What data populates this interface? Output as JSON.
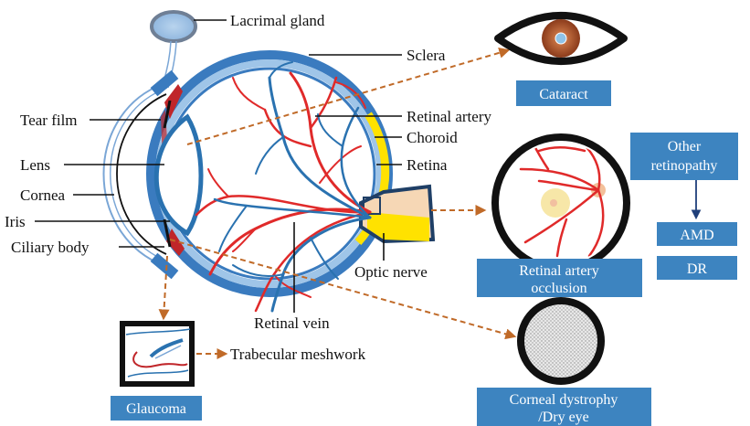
{
  "labels": {
    "lacrimal_gland": "Lacrimal gland",
    "sclera": "Sclera",
    "tear_film": "Tear film",
    "retinal_artery": "Retinal artery",
    "choroid": "Choroid",
    "lens": "Lens",
    "retina": "Retina",
    "cornea": "Cornea",
    "iris": "Iris",
    "ciliary_body": "Ciliary body",
    "optic_nerve": "Optic nerve",
    "retinal_vein": "Retinal vein",
    "trabecular_meshwork": "Trabecular meshwork"
  },
  "diseases": {
    "cataract": "Cataract",
    "other_retinopathy_line1": "Other",
    "other_retinopathy_line2": "retinopathy",
    "amd": "AMD",
    "dr": "DR",
    "rao_line1": "Retinal artery",
    "rao_line2": "occlusion",
    "glaucoma": "Glaucoma",
    "corneal_line1": "Corneal dystrophy",
    "corneal_line2": "/Dry eye"
  },
  "colors": {
    "box": "#3d84c0",
    "sclera": "#3a7bbf",
    "artery": "#e02a2a",
    "vein": "#2a72b0",
    "arrow": "#c06a28",
    "choroid": "#ffe200"
  }
}
